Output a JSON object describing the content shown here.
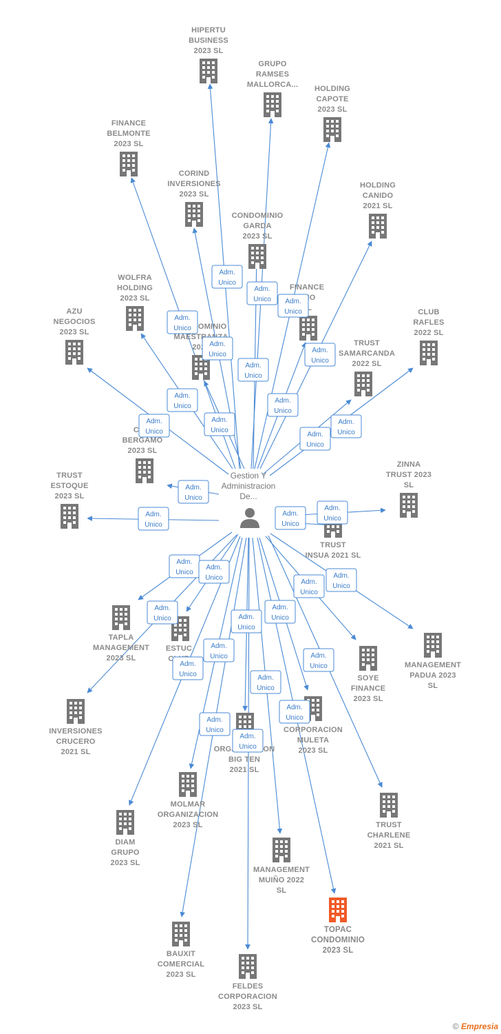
{
  "center": {
    "label_lines": [
      "Gestion Y",
      "Administracion",
      "De..."
    ]
  },
  "edge_label_lines": [
    "Adm.",
    "Unico"
  ],
  "colors": {
    "edge": "#4a8ad4",
    "building": "#777777",
    "highlight": "#f05a28"
  },
  "icons": {
    "center": "person-icon",
    "company": "building-icon"
  },
  "nodes": [
    {
      "id": "hipertu",
      "lines": [
        "HIPERTU",
        "BUSINESS",
        "2023  SL"
      ]
    },
    {
      "id": "grupo-ramses",
      "lines": [
        "GRUPO",
        "RAMSES",
        "MALLORCA..."
      ]
    },
    {
      "id": "holding-capote",
      "lines": [
        "HOLDING",
        "CAPOTE",
        "2023  SL"
      ]
    },
    {
      "id": "finance-belmonte",
      "lines": [
        "FINANCE",
        "BELMONTE",
        "2023  SL"
      ]
    },
    {
      "id": "corind",
      "lines": [
        "CORIND",
        "INVERSIONES",
        "2023  SL"
      ]
    },
    {
      "id": "holding-canido",
      "lines": [
        "HOLDING",
        "CANIDO",
        "2021  SL"
      ]
    },
    {
      "id": "condominio-garda",
      "lines": [
        "CONDOMINIO",
        "GARDA",
        "2023  SL"
      ]
    },
    {
      "id": "finance-ano",
      "lines": [
        "FINANCE",
        "ANO",
        "SL"
      ]
    },
    {
      "id": "wolfra",
      "lines": [
        "WOLFRA",
        "HOLDING",
        "2023  SL"
      ]
    },
    {
      "id": "condominio-maestranza",
      "lines": [
        "CONDOMINIO",
        "MAESTRANZA",
        "2023"
      ]
    },
    {
      "id": "azu",
      "lines": [
        "AZU",
        "NEGOCIOS",
        "2023  SL"
      ]
    },
    {
      "id": "club-rafles",
      "lines": [
        "CLUB",
        "RAFLES",
        "2022  SL"
      ]
    },
    {
      "id": "trust-samarcanda",
      "lines": [
        "TRUST",
        "SAMARCANDA",
        "2022  SL"
      ]
    },
    {
      "id": "com-bergamo",
      "lines": [
        "COM",
        "BERGAMO",
        "2023  SL"
      ]
    },
    {
      "id": "zinna",
      "lines": [
        "ZINNA",
        "TRUST 2023",
        "SL"
      ]
    },
    {
      "id": "trust-estoque",
      "lines": [
        "TRUST",
        "ESTOQUE",
        "2023  SL"
      ]
    },
    {
      "id": "trust-insua",
      "lines": [
        "TRUST",
        "INSUA 2021  SL"
      ]
    },
    {
      "id": "tapla",
      "lines": [
        "TAPLA",
        "MANAGEMENT",
        "2023  SL"
      ]
    },
    {
      "id": "estuc-club",
      "lines": [
        "ESTUC",
        "CLUB"
      ]
    },
    {
      "id": "management-padua",
      "lines": [
        "MANAGEMENT",
        "PADUA 2023",
        "SL"
      ]
    },
    {
      "id": "soye",
      "lines": [
        "SOYE",
        "FINANCE",
        "2023  SL"
      ]
    },
    {
      "id": "inversiones-crucero",
      "lines": [
        "INVERSIONES",
        "CRUCERO",
        "2021  SL"
      ]
    },
    {
      "id": "corporacion-muleta",
      "lines": [
        "CORPORACION",
        "MULETA",
        "2023  SL"
      ]
    },
    {
      "id": "organizacion-big-ten",
      "lines": [
        "ORGANIZACION",
        "BIG TEN",
        "2021  SL"
      ]
    },
    {
      "id": "molmar",
      "lines": [
        "MOLMAR",
        "ORGANIZACION",
        "2023  SL"
      ]
    },
    {
      "id": "trust-charlene",
      "lines": [
        "TRUST",
        "CHARLENE",
        "2021  SL"
      ]
    },
    {
      "id": "diam",
      "lines": [
        "DIAM",
        "GRUPO",
        "2023  SL"
      ]
    },
    {
      "id": "management-muino",
      "lines": [
        "MANAGEMENT",
        "MUIÑO 2022",
        "SL"
      ]
    },
    {
      "id": "topac",
      "lines": [
        "TOPAC",
        "CONDOMINIO",
        "2023  SL"
      ],
      "highlight": true
    },
    {
      "id": "bauxit",
      "lines": [
        "BAUXIT",
        "COMERCIAL",
        "2023  SL"
      ]
    },
    {
      "id": "feldes",
      "lines": [
        "FELDES",
        "CORPORACION",
        "2023  SL"
      ]
    }
  ],
  "footer": {
    "copyright": "©",
    "brand": "Empresia"
  }
}
